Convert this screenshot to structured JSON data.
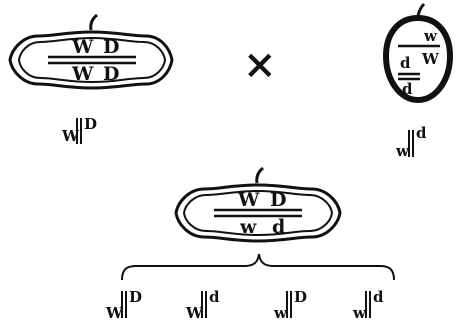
{
  "diagram": {
    "operator": "×",
    "parent1": {
      "top_pair": [
        "W",
        "D"
      ],
      "bottom_pair": [
        "W",
        "D"
      ],
      "label": [
        "W",
        "D"
      ]
    },
    "parent2": {
      "letters": [
        "w",
        "d",
        "W",
        "d"
      ],
      "label": [
        "w",
        "d"
      ]
    },
    "f1": {
      "top_pair": [
        "W",
        "D"
      ],
      "bottom_pair": [
        "w",
        "d"
      ]
    },
    "gametes": [
      [
        "W",
        "D"
      ],
      [
        "W",
        "d"
      ],
      [
        "w",
        "D"
      ],
      [
        "w",
        "d"
      ]
    ]
  }
}
